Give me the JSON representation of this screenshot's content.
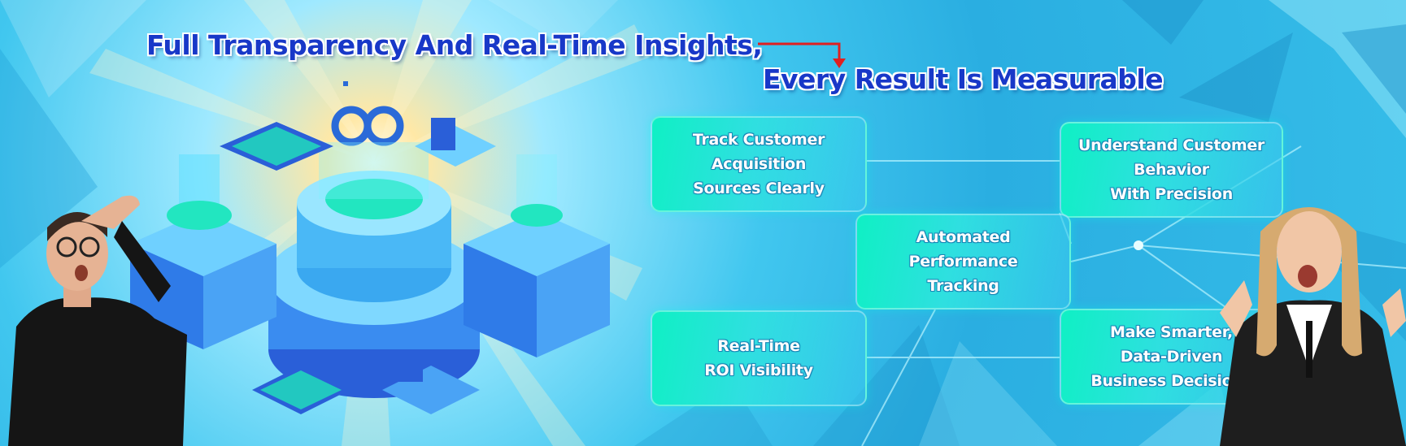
{
  "headline": {
    "line1": "Full Transparency And Real-Time Insights,",
    "line2": "Every Result Is Measurable"
  },
  "features": [
    {
      "id": "track",
      "label": "Track Customer\nAcquisition\nSources Clearly"
    },
    {
      "id": "understand",
      "label": "Understand Customer\nBehavior\nWith Precision"
    },
    {
      "id": "automated",
      "label": "Automated\nPerformance\nTracking"
    },
    {
      "id": "roi",
      "label": "Real-Time\nROI Visibility"
    },
    {
      "id": "smarter",
      "label": "Make Smarter,\nData-Driven\nBusiness Decisions"
    }
  ],
  "colors": {
    "headline_text": "#1838c8",
    "headline_outline": "#ffffff",
    "arrow": "#e02020",
    "card_start": "#0ff0c4",
    "card_end": "#3cc8f0",
    "background": "#2aaee1",
    "glow": "#fff3c0"
  },
  "icons": {
    "brand_logo": "infinity-logo-icon",
    "arrow": "bent-arrow-icon"
  }
}
